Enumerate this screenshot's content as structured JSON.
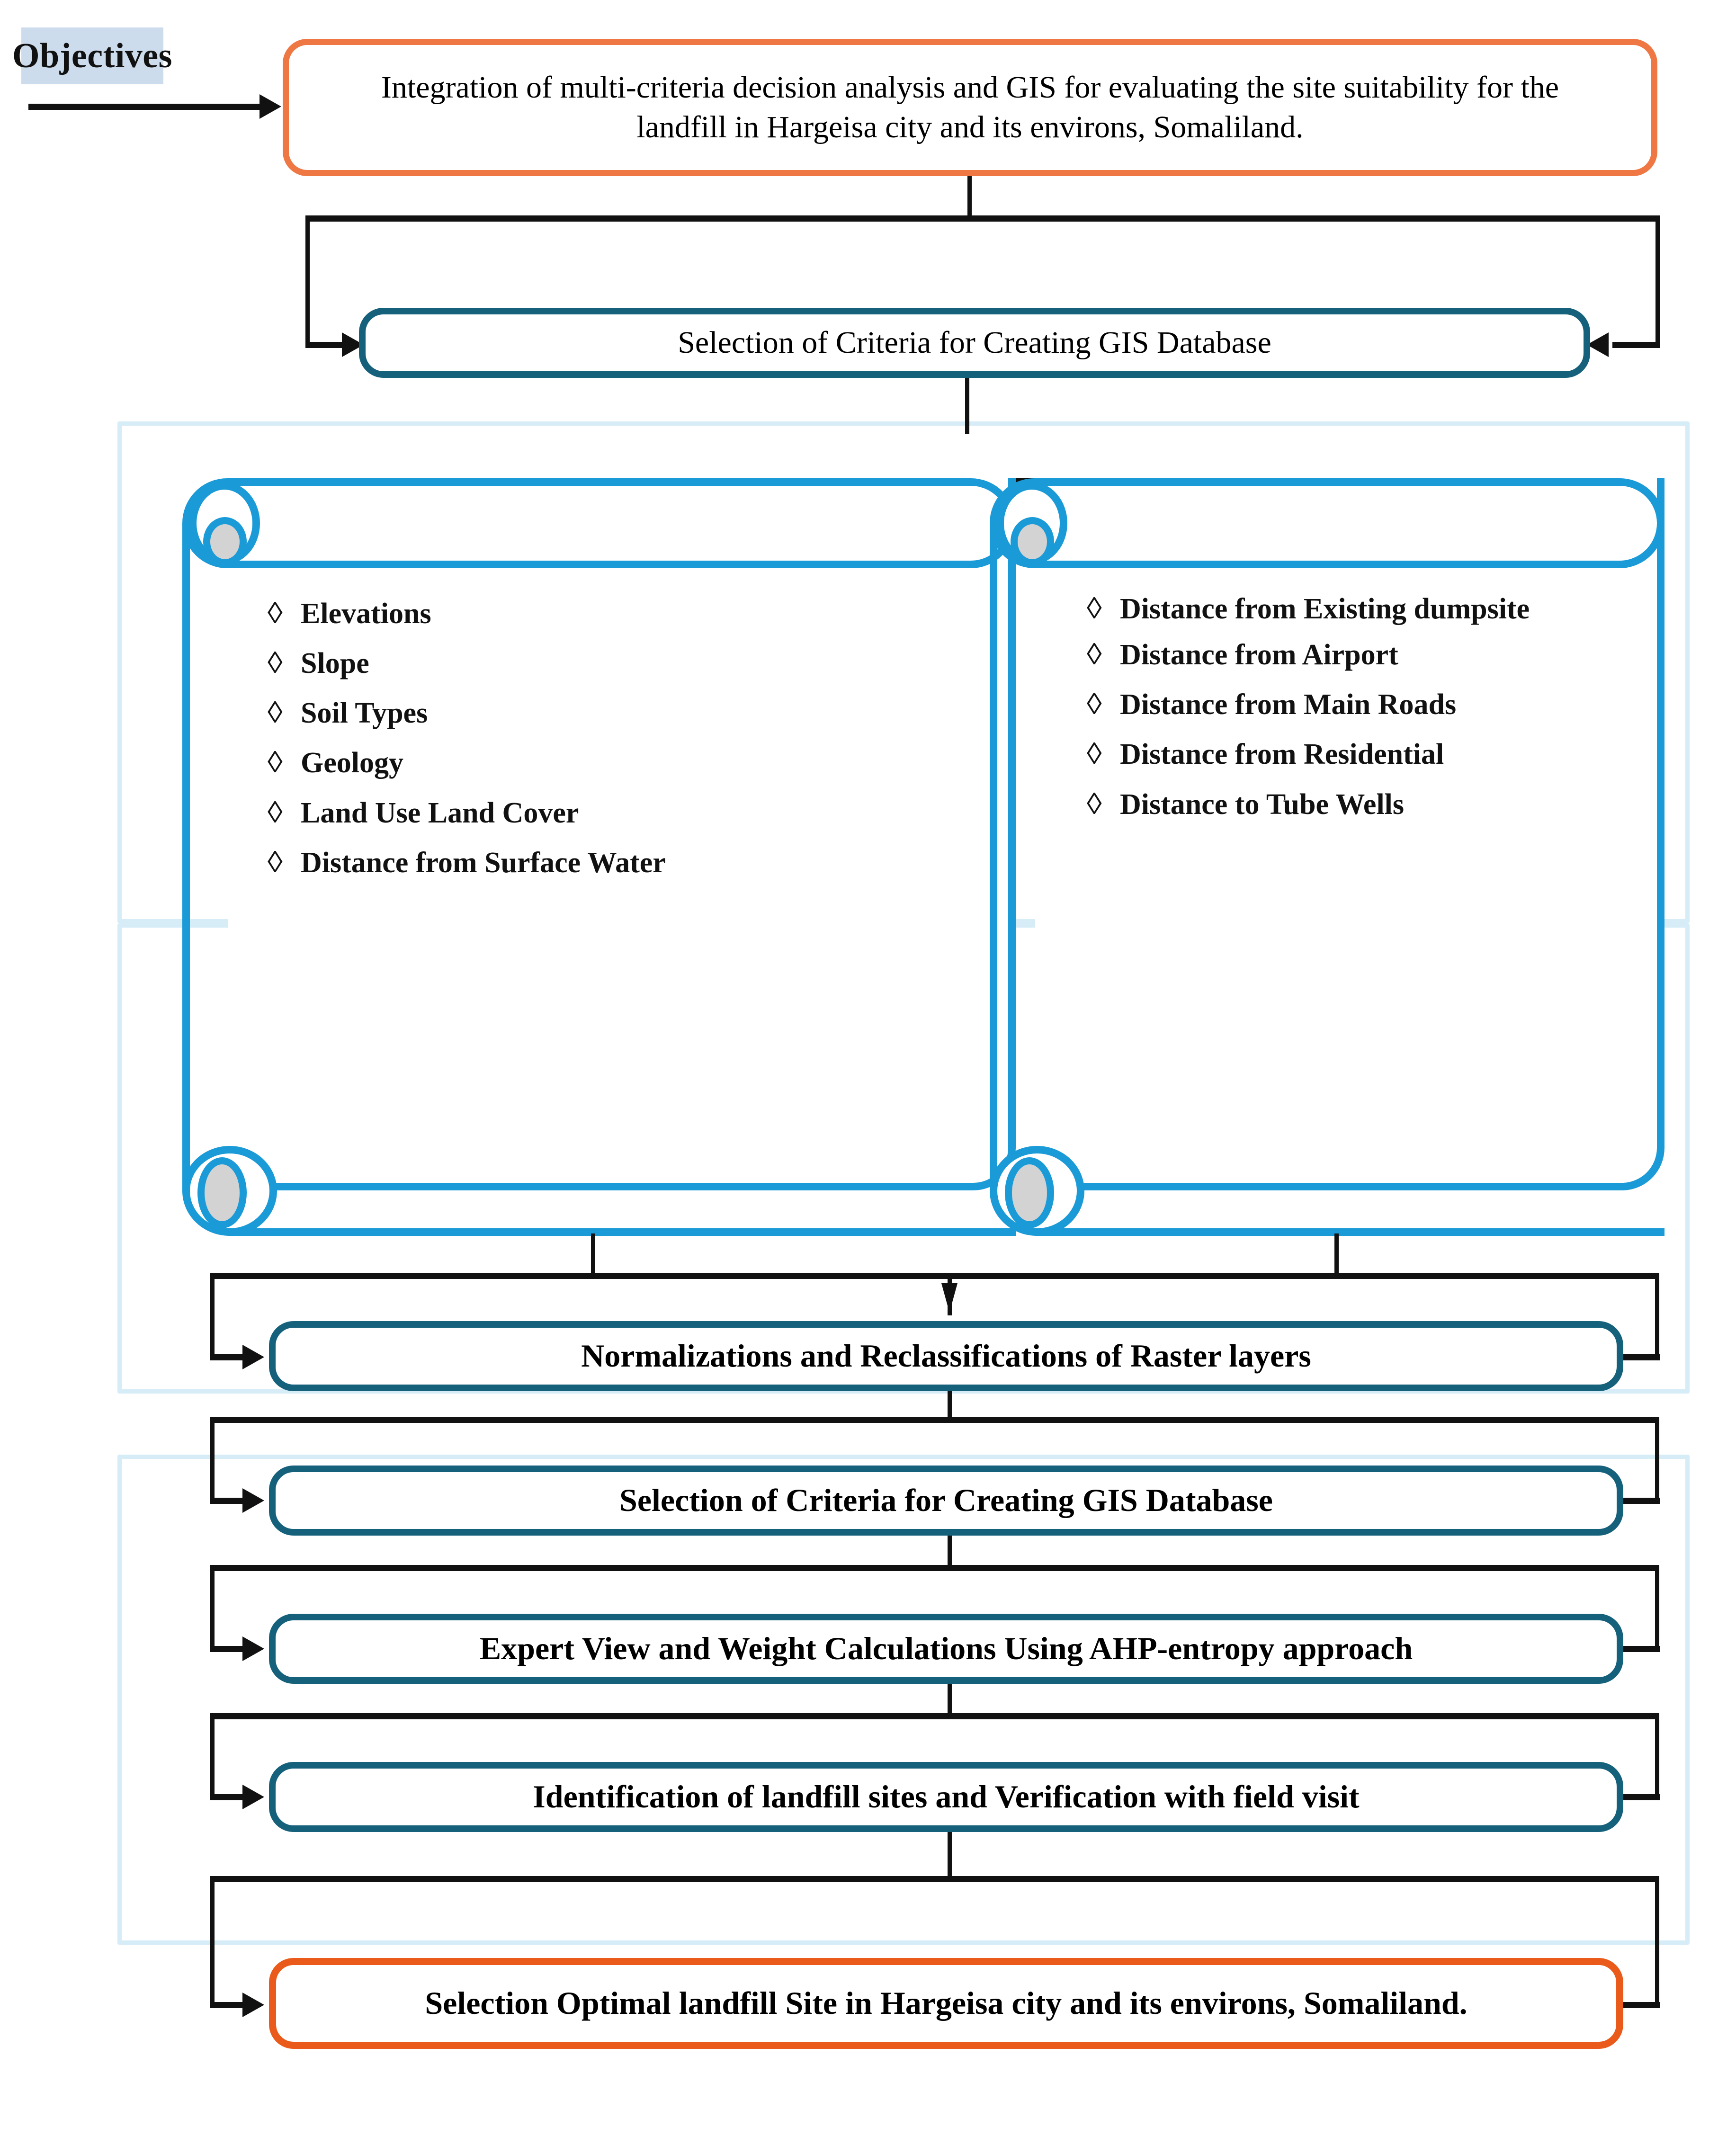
{
  "objectives": {
    "label": "Objectives"
  },
  "title_box": {
    "text": "Integration of multi-criteria decision analysis and GIS for evaluating the site suitability for the landfill in Hargeisa city and its environs, Somaliland.",
    "border_color": "#ee7744"
  },
  "steps": {
    "selection_criteria_top": "Selection of Criteria  for Creating GIS Database",
    "normalizations": "Normalizations and Reclassifications  of Raster layers",
    "selection_criteria_second": "Selection of Criteria  for Creating GIS Database",
    "expert_view": "Expert  View  and Weight Calculations Using  AHP-entropy approach",
    "identification": "Identification  of  landfill sites and  Verification with  field visit",
    "final": "Selection Optimal  landfill  Site in Hargeisa city and its environs, Somaliland."
  },
  "scroll_left": {
    "bullet": "◊",
    "items": [
      "Elevations",
      "Slope",
      "Soil Types",
      "Geology",
      "Land Use Land Cover",
      "Distance from Surface Water"
    ]
  },
  "scroll_right": {
    "bullet": "◊",
    "items": [
      "Distance from Existing dumpsite",
      "Distance from Airport",
      "Distance from Main Roads",
      "Distance from  Residential",
      "Distance to Tube Wells"
    ]
  },
  "colors": {
    "orange": "#ee7744",
    "orange_strong": "#ea5a1a",
    "teal": "#15607a",
    "blue": "#1a9ad6",
    "panel": "#d6ecf7",
    "objectives_bg": "#ccdcec",
    "connector": "#111111",
    "scroll_nub": "#d3d3d3"
  }
}
